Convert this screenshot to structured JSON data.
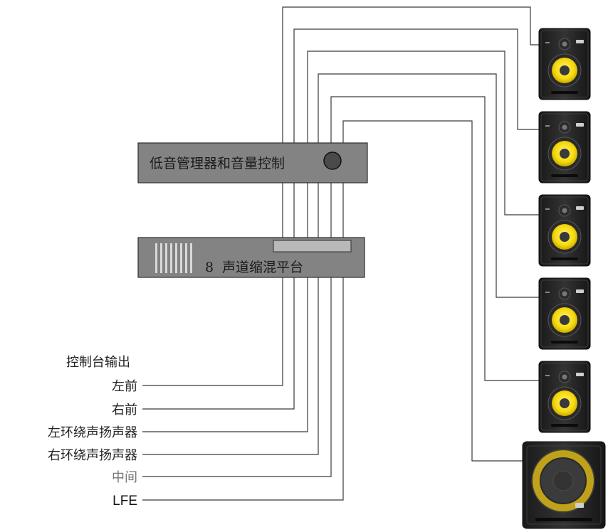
{
  "units": {
    "bass_manager": {
      "title": "低音管理器和音量控制"
    },
    "downmix": {
      "channel_count": "8",
      "title": "声道缩混平台"
    }
  },
  "console_output": {
    "heading": "控制台输出",
    "channels": [
      {
        "label": "左前"
      },
      {
        "label": "右前"
      },
      {
        "label": "左环绕声扬声器"
      },
      {
        "label": "右环绕声扬声器"
      },
      {
        "label": "中间"
      },
      {
        "label": "LFE"
      }
    ]
  },
  "speakers": [
    {
      "type": "monitor"
    },
    {
      "type": "monitor"
    },
    {
      "type": "monitor"
    },
    {
      "type": "monitor"
    },
    {
      "type": "monitor"
    },
    {
      "type": "subwoofer"
    }
  ],
  "colors": {
    "box_fill": "#838383",
    "woofer_cone": "#f5d90a",
    "subwoofer_cone": "#bfa21a",
    "speaker_body": "#222222"
  }
}
